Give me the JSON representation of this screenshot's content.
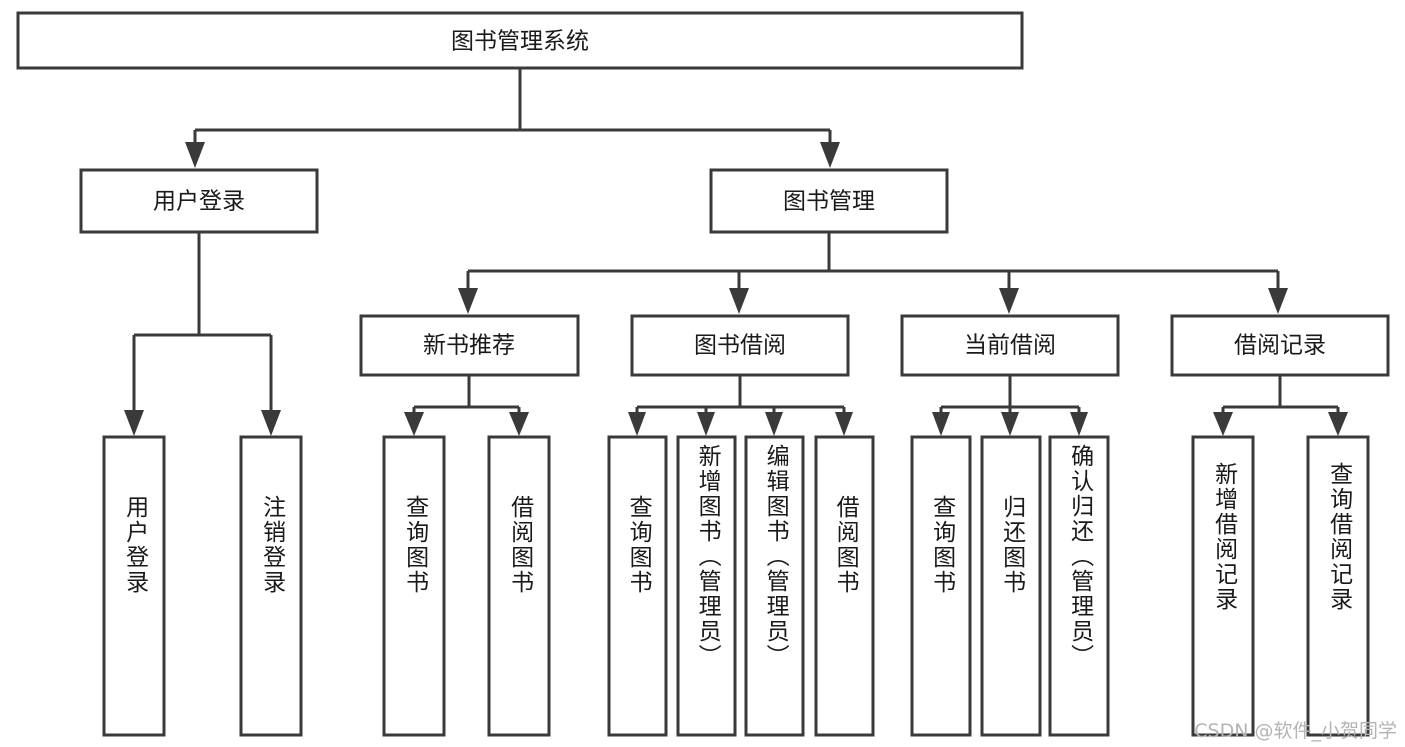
{
  "diagram": {
    "type": "tree-hierarchy-chart",
    "title": "图书管理系统",
    "watermark": "CSDN @软件_小贺同学",
    "colors": {
      "background": "#ffffff",
      "stroke": "#3a3a3a",
      "text": "#1a1a1a",
      "watermark": "#b4b4b4"
    },
    "levels": {
      "root": {
        "label": "图书管理系统"
      },
      "level2": [
        {
          "label": "用户登录"
        },
        {
          "label": "图书管理"
        }
      ],
      "level3": [
        {
          "label": "新书推荐"
        },
        {
          "label": "图书借阅"
        },
        {
          "label": "当前借阅"
        },
        {
          "label": "借阅记录"
        }
      ],
      "leaves": {
        "user_login": [
          {
            "label": "用户登录"
          },
          {
            "label": "注销登录"
          }
        ],
        "new_book_recommend": [
          {
            "label": "查询图书"
          },
          {
            "label": "借阅图书"
          }
        ],
        "book_borrow": [
          {
            "label": "查询图书"
          },
          {
            "label": "新增图书（管理员）"
          },
          {
            "label": "编辑图书（管理员）"
          },
          {
            "label": "借阅图书"
          }
        ],
        "current_borrow": [
          {
            "label": "查询图书"
          },
          {
            "label": "归还图书"
          },
          {
            "label": "确认归还（管理员）"
          }
        ],
        "borrow_records": [
          {
            "label": "新增借阅记录"
          },
          {
            "label": "查询借阅记录"
          }
        ]
      }
    }
  }
}
